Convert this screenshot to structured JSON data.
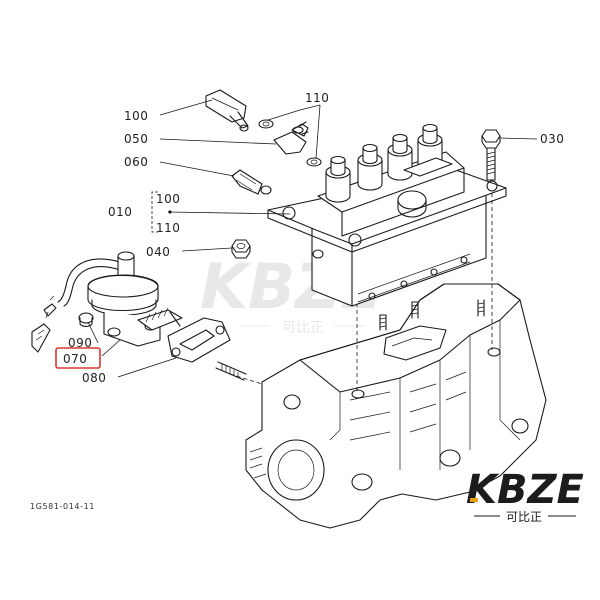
{
  "parts": {
    "p100_top": "100",
    "p110_top": "110",
    "p050": "050",
    "p060": "060",
    "p010": "010",
    "p010_sub_100": "100",
    "p010_sub_110": "110",
    "p040": "040",
    "p030": "030",
    "p090": "090",
    "p070": "070",
    "p080": "080"
  },
  "highlighted_part": "070",
  "highlight_color": "#d9382f",
  "drawing_ref": "1G581-014-11",
  "watermark": {
    "brand": "KBZE",
    "brand_cn": "可比正",
    "center_brand": "KBZE",
    "center_cn": "可比正",
    "brand_color": "#1c1c1c",
    "accent_color": "#e8a317"
  }
}
